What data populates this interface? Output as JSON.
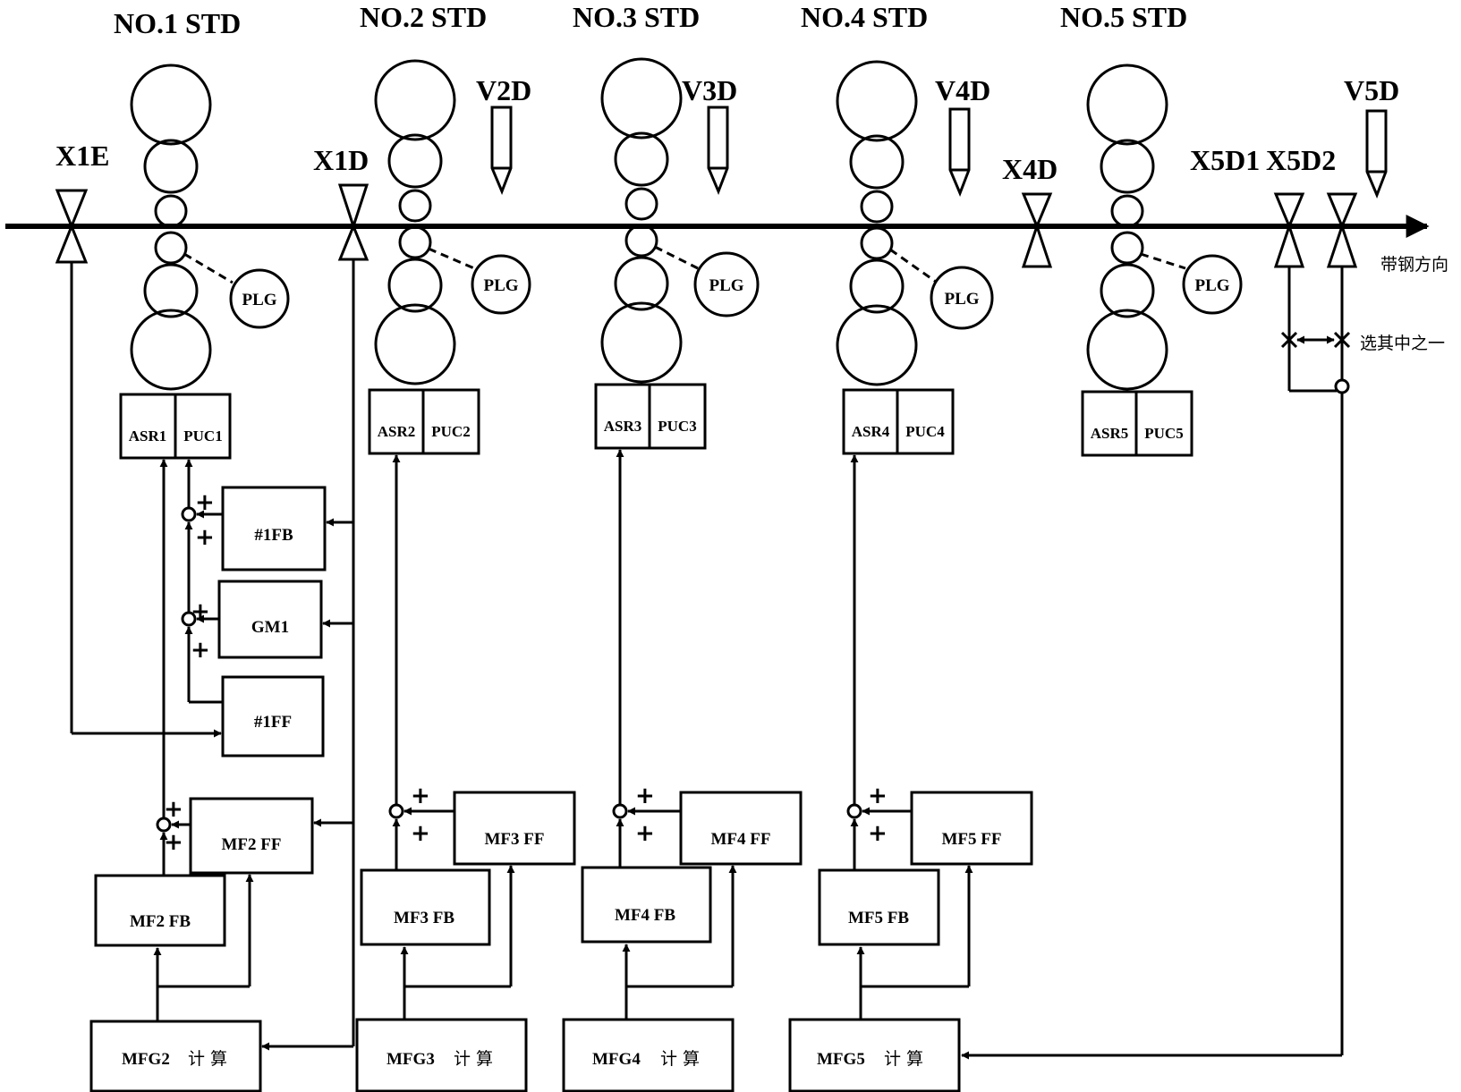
{
  "colors": {
    "line": "#000000",
    "background": "#ffffff"
  },
  "stands": [
    {
      "title": "NO.1 STD",
      "plg": "PLG",
      "asr": "ASR1",
      "puc": "PUC1"
    },
    {
      "title": "NO.2 STD",
      "plg": "PLG",
      "asr": "ASR2",
      "puc": "PUC2",
      "speed_sensor": "V2D"
    },
    {
      "title": "NO.3 STD",
      "plg": "PLG",
      "asr": "ASR3",
      "puc": "PUC3",
      "speed_sensor": "V3D"
    },
    {
      "title": "NO.4 STD",
      "plg": "PLG",
      "asr": "ASR4",
      "puc": "PUC4",
      "speed_sensor": "V4D"
    },
    {
      "title": "NO.5 STD",
      "plg": "PLG",
      "asr": "ASR5",
      "puc": "PUC5",
      "speed_sensor": "V5D"
    }
  ],
  "thickness_gauges": {
    "x1e": "X1E",
    "x1d": "X1D",
    "x4d": "X4D",
    "x5d1": "X5D1",
    "x5d2": "X5D2"
  },
  "strip_direction": "带钢方向",
  "select_one": "选其中之一",
  "sign": "+",
  "blocks": {
    "fb1": "#1FB",
    "gm1": "GM1",
    "ff1": "#1FF",
    "mf2ff": "MF2 FF",
    "mf2fb": "MF2 FB",
    "mfg2": "MFG2",
    "mfg2_calc": "计 算",
    "mf3ff": "MF3 FF",
    "mf3fb": "MF3 FB",
    "mfg3": "MFG3",
    "mfg3_calc": "计 算",
    "mf4ff": "MF4 FF",
    "mf4fb": "MF4 FB",
    "mfg4": "MFG4",
    "mfg4_calc": "计 算",
    "mf5ff": "MF5 FF",
    "mf5fb": "MF5 FB",
    "mfg5": "MFG5",
    "mfg5_calc": "计 算"
  }
}
